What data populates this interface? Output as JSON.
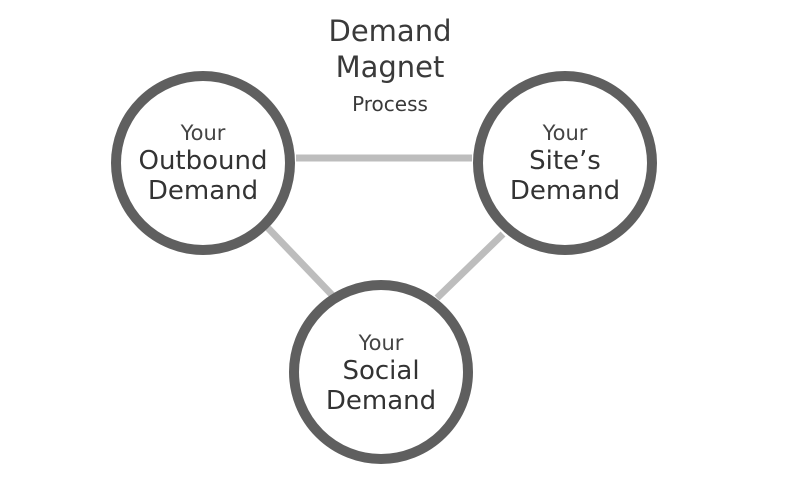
{
  "title": {
    "line1": "Demand",
    "line2": "Magnet",
    "line3": "Process"
  },
  "nodes": [
    {
      "id": "outbound",
      "lines": [
        "Your",
        "Outbound",
        "Demand"
      ]
    },
    {
      "id": "site",
      "lines": [
        "Your",
        "Site’s",
        "Demand"
      ]
    },
    {
      "id": "social",
      "lines": [
        "Your",
        "Social",
        "Demand"
      ]
    }
  ],
  "connections": [
    {
      "from": "outbound",
      "to": "site"
    },
    {
      "from": "outbound",
      "to": "social"
    },
    {
      "from": "site",
      "to": "social"
    }
  ],
  "colors": {
    "circle_stroke": "#5f5f5f",
    "connector": "#bdbdbd",
    "text": "#333333"
  }
}
